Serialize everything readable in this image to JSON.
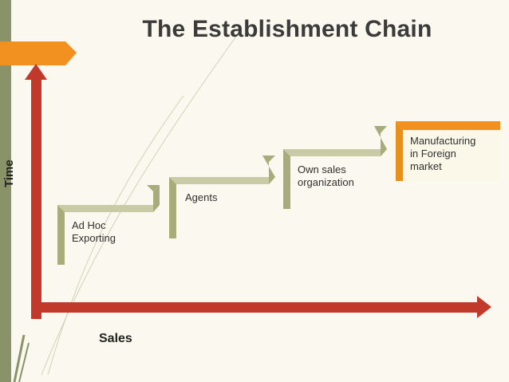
{
  "title": "The Establishment Chain",
  "axes": {
    "y_label": "Time",
    "x_label": "Sales"
  },
  "steps": [
    {
      "label": "Ad Hoc\nExporting"
    },
    {
      "label": "Agents"
    },
    {
      "label": "Own sales\norganization"
    },
    {
      "label": "Manufacturing\nin Foreign\nmarket"
    }
  ],
  "colors": {
    "step": "#a8ab7a",
    "step_highlight": "#e8901e",
    "axis": "#c0392b",
    "accent": "#f29120",
    "band": "#8a9367"
  }
}
